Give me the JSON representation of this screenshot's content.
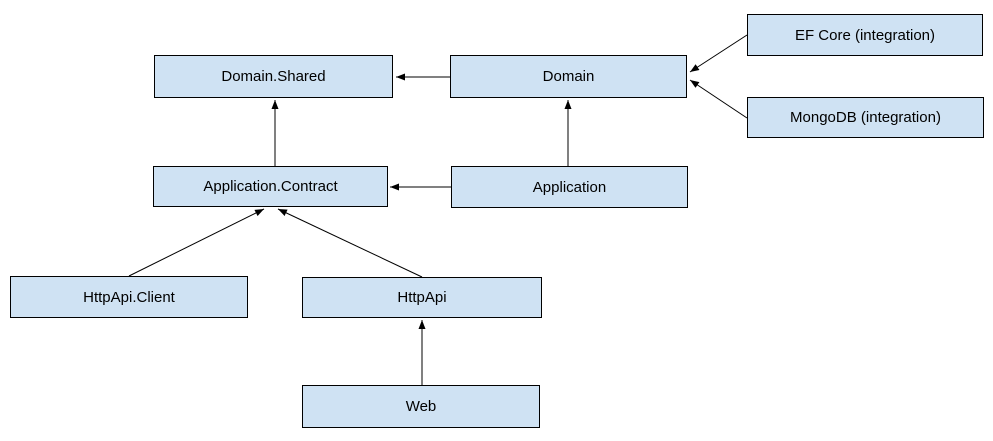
{
  "diagram": {
    "title": "",
    "background_color": "#ffffff",
    "node_fill_color": "#cfe2f3",
    "node_border_color": "#000000",
    "text_color": "#000000",
    "edge_color": "#000000",
    "nodes": [
      {
        "id": "domain-shared",
        "label": "Domain.Shared"
      },
      {
        "id": "domain",
        "label": "Domain"
      },
      {
        "id": "ef-core",
        "label": "EF Core (integration)"
      },
      {
        "id": "mongodb",
        "label": "MongoDB (integration)"
      },
      {
        "id": "application-contract",
        "label": "Application.Contract"
      },
      {
        "id": "application",
        "label": "Application"
      },
      {
        "id": "httpapi-client",
        "label": "HttpApi.Client"
      },
      {
        "id": "httpapi",
        "label": "HttpApi"
      },
      {
        "id": "web",
        "label": "Web"
      }
    ],
    "edges": [
      {
        "from": "domain",
        "to": "domain-shared"
      },
      {
        "from": "ef-core",
        "to": "domain"
      },
      {
        "from": "mongodb",
        "to": "domain"
      },
      {
        "from": "application-contract",
        "to": "domain-shared"
      },
      {
        "from": "application",
        "to": "application-contract"
      },
      {
        "from": "application",
        "to": "domain"
      },
      {
        "from": "httpapi-client",
        "to": "application-contract"
      },
      {
        "from": "httpapi",
        "to": "application-contract"
      },
      {
        "from": "web",
        "to": "httpapi"
      }
    ]
  }
}
